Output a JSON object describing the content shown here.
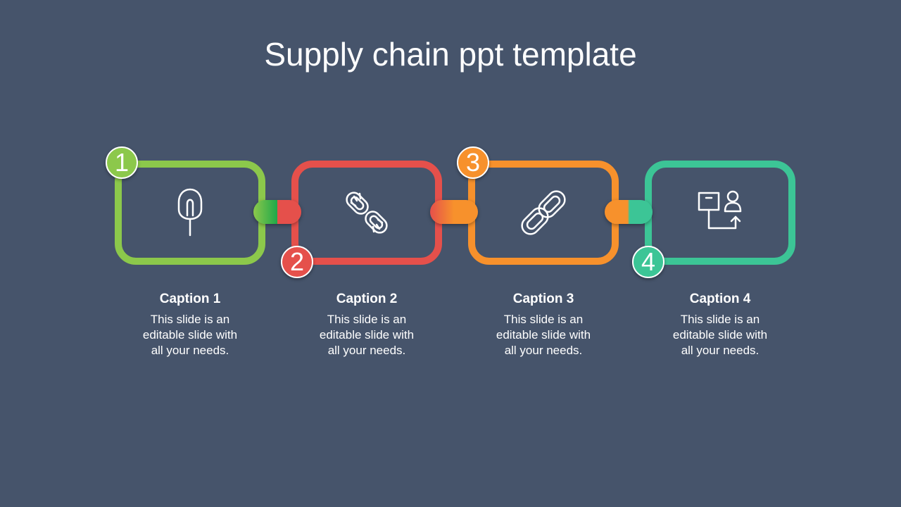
{
  "title": "Supply chain ppt template",
  "colors": {
    "background": "#46546b",
    "green": "#8cc84b",
    "red": "#e5504b",
    "orange": "#f7912c",
    "teal": "#3cc596",
    "connector_green_dark": "#1fa84a"
  },
  "steps": [
    {
      "number": "1",
      "color": "#8cc84b",
      "icon": "pushpin-icon",
      "caption": "Caption 1",
      "text_lines": [
        "This slide is an",
        "editable slide with",
        "all your needs."
      ]
    },
    {
      "number": "2",
      "color": "#e5504b",
      "icon": "broken-link-icon",
      "caption": "Caption 2",
      "text_lines": [
        "This slide is an",
        "editable slide with",
        "all your needs."
      ]
    },
    {
      "number": "3",
      "color": "#f7912c",
      "icon": "chain-link-icon",
      "caption": "Caption 3",
      "text_lines": [
        "This slide is an",
        "editable slide with",
        "all your needs."
      ]
    },
    {
      "number": "4",
      "color": "#3cc596",
      "icon": "box-delivery-person-icon",
      "caption": "Caption 4",
      "text_lines": [
        "This slide is an",
        "editable slide with",
        "all your needs."
      ]
    }
  ]
}
